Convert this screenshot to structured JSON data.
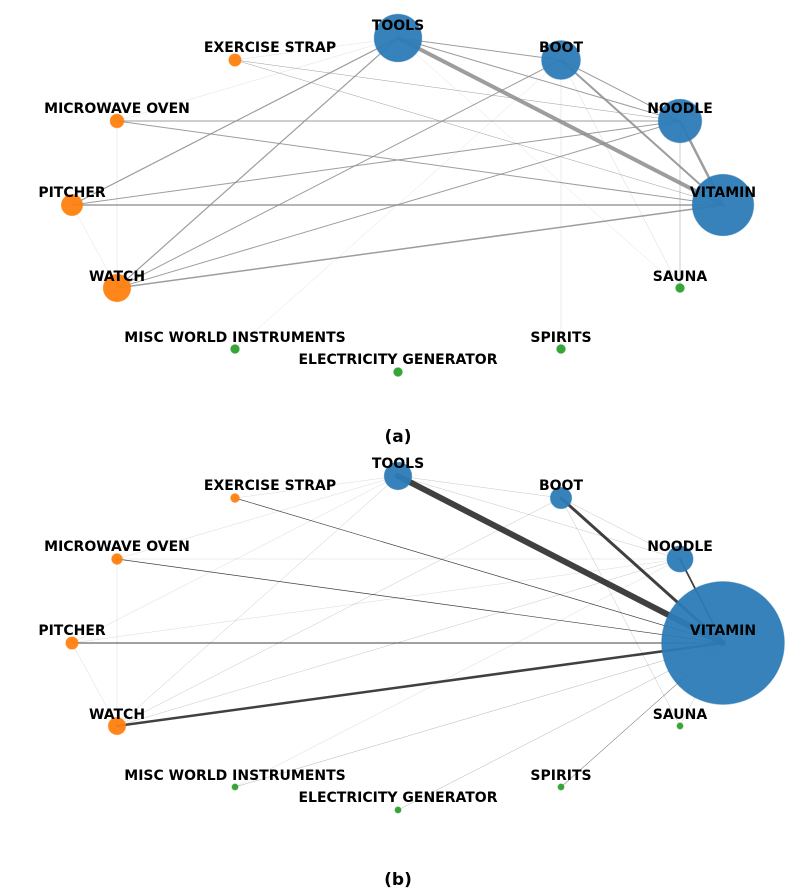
{
  "colors": {
    "group_blue": "#2c7bb6",
    "group_orange": "#ff7f0e",
    "group_green": "#2ca02c",
    "edge_a": "#8c8c8c",
    "edge_b": "#2b2b2b"
  },
  "nodes": [
    {
      "id": "tools",
      "label": "TOOLS",
      "group": "blue"
    },
    {
      "id": "boot",
      "label": "BOOT",
      "group": "blue"
    },
    {
      "id": "noodle",
      "label": "NOODLE",
      "group": "blue"
    },
    {
      "id": "vitamin",
      "label": "VITAMIN",
      "group": "blue"
    },
    {
      "id": "sauna",
      "label": "SAUNA",
      "group": "green"
    },
    {
      "id": "spirits",
      "label": "SPIRITS",
      "group": "green"
    },
    {
      "id": "electricity_generator",
      "label": "ELECTRICITY GENERATOR",
      "group": "green"
    },
    {
      "id": "misc_world_instruments",
      "label": "MISC WORLD INSTRUMENTS",
      "group": "green"
    },
    {
      "id": "watch",
      "label": "WATCH",
      "group": "orange"
    },
    {
      "id": "pitcher",
      "label": "PITCHER",
      "group": "orange"
    },
    {
      "id": "microwave_oven",
      "label": "MICROWAVE OVEN",
      "group": "orange"
    },
    {
      "id": "exercise_strap",
      "label": "EXERCISE STRAP",
      "group": "orange"
    }
  ],
  "panels": [
    {
      "caption": "(a)",
      "edge_color": "#8c8c8c",
      "node_size": {
        "tools": 6,
        "boot": 4,
        "noodle": 5,
        "vitamin": 10,
        "sauna": 0.2,
        "spirits": 0.2,
        "electricity_generator": 0.2,
        "misc_world_instruments": 0.2,
        "watch": 2,
        "pitcher": 1.2,
        "microwave_oven": 0.5,
        "exercise_strap": 0.4
      },
      "edges": [
        [
          "tools",
          "vitamin",
          4
        ],
        [
          "tools",
          "boot",
          1
        ],
        [
          "tools",
          "noodle",
          1
        ],
        [
          "tools",
          "pitcher",
          1.2
        ],
        [
          "tools",
          "watch",
          1.2
        ],
        [
          "tools",
          "microwave_oven",
          0.3
        ],
        [
          "tools",
          "exercise_strap",
          0.3
        ],
        [
          "tools",
          "sauna",
          0.3
        ],
        [
          "boot",
          "vitamin",
          2
        ],
        [
          "boot",
          "noodle",
          1
        ],
        [
          "boot",
          "watch",
          1
        ],
        [
          "boot",
          "sauna",
          0.4
        ],
        [
          "boot",
          "spirits",
          0.4
        ],
        [
          "boot",
          "misc_world_instruments",
          0.3
        ],
        [
          "noodle",
          "vitamin",
          2.5
        ],
        [
          "noodle",
          "watch",
          1
        ],
        [
          "noodle",
          "pitcher",
          1
        ],
        [
          "noodle",
          "microwave_oven",
          1
        ],
        [
          "noodle",
          "exercise_strap",
          0.5
        ],
        [
          "noodle",
          "sauna",
          0.5
        ],
        [
          "vitamin",
          "pitcher",
          1.5
        ],
        [
          "vitamin",
          "watch",
          1.5
        ],
        [
          "vitamin",
          "microwave_oven",
          1
        ],
        [
          "vitamin",
          "exercise_strap",
          0.5
        ],
        [
          "watch",
          "pitcher",
          0.3
        ],
        [
          "watch",
          "microwave_oven",
          0.3
        ]
      ]
    },
    {
      "caption": "(b)",
      "edge_color": "#2b2b2b",
      "node_size": {
        "tools": 2,
        "boot": 1.2,
        "noodle": 1.8,
        "vitamin": 40,
        "sauna": 0.1,
        "spirits": 0.1,
        "electricity_generator": 0.1,
        "misc_world_instruments": 0.1,
        "watch": 0.8,
        "pitcher": 0.4,
        "microwave_oven": 0.3,
        "exercise_strap": 0.2
      },
      "edges": [
        [
          "tools",
          "vitamin",
          6
        ],
        [
          "boot",
          "vitamin",
          3
        ],
        [
          "noodle",
          "vitamin",
          1.8
        ],
        [
          "watch",
          "vitamin",
          2.5
        ],
        [
          "pitcher",
          "vitamin",
          0.9
        ],
        [
          "microwave_oven",
          "vitamin",
          0.7
        ],
        [
          "exercise_strap",
          "vitamin",
          0.7
        ],
        [
          "sauna",
          "vitamin",
          0.3
        ],
        [
          "spirits",
          "vitamin",
          0.5
        ],
        [
          "electricity_generator",
          "vitamin",
          0.4
        ],
        [
          "misc_world_instruments",
          "vitamin",
          0.4
        ],
        [
          "tools",
          "boot",
          0.3
        ],
        [
          "tools",
          "noodle",
          0.3
        ],
        [
          "tools",
          "watch",
          0.3
        ],
        [
          "tools",
          "pitcher",
          0.2
        ],
        [
          "tools",
          "microwave_oven",
          0.2
        ],
        [
          "tools",
          "exercise_strap",
          0.2
        ],
        [
          "boot",
          "watch",
          0.3
        ],
        [
          "boot",
          "noodle",
          0.3
        ],
        [
          "boot",
          "sauna",
          0.3
        ],
        [
          "noodle",
          "watch",
          0.3
        ],
        [
          "noodle",
          "pitcher",
          0.2
        ],
        [
          "noodle",
          "microwave_oven",
          0.2
        ],
        [
          "noodle",
          "misc_world_instruments",
          0.2
        ],
        [
          "watch",
          "pitcher",
          0.2
        ],
        [
          "watch",
          "microwave_oven",
          0.2
        ]
      ]
    }
  ]
}
